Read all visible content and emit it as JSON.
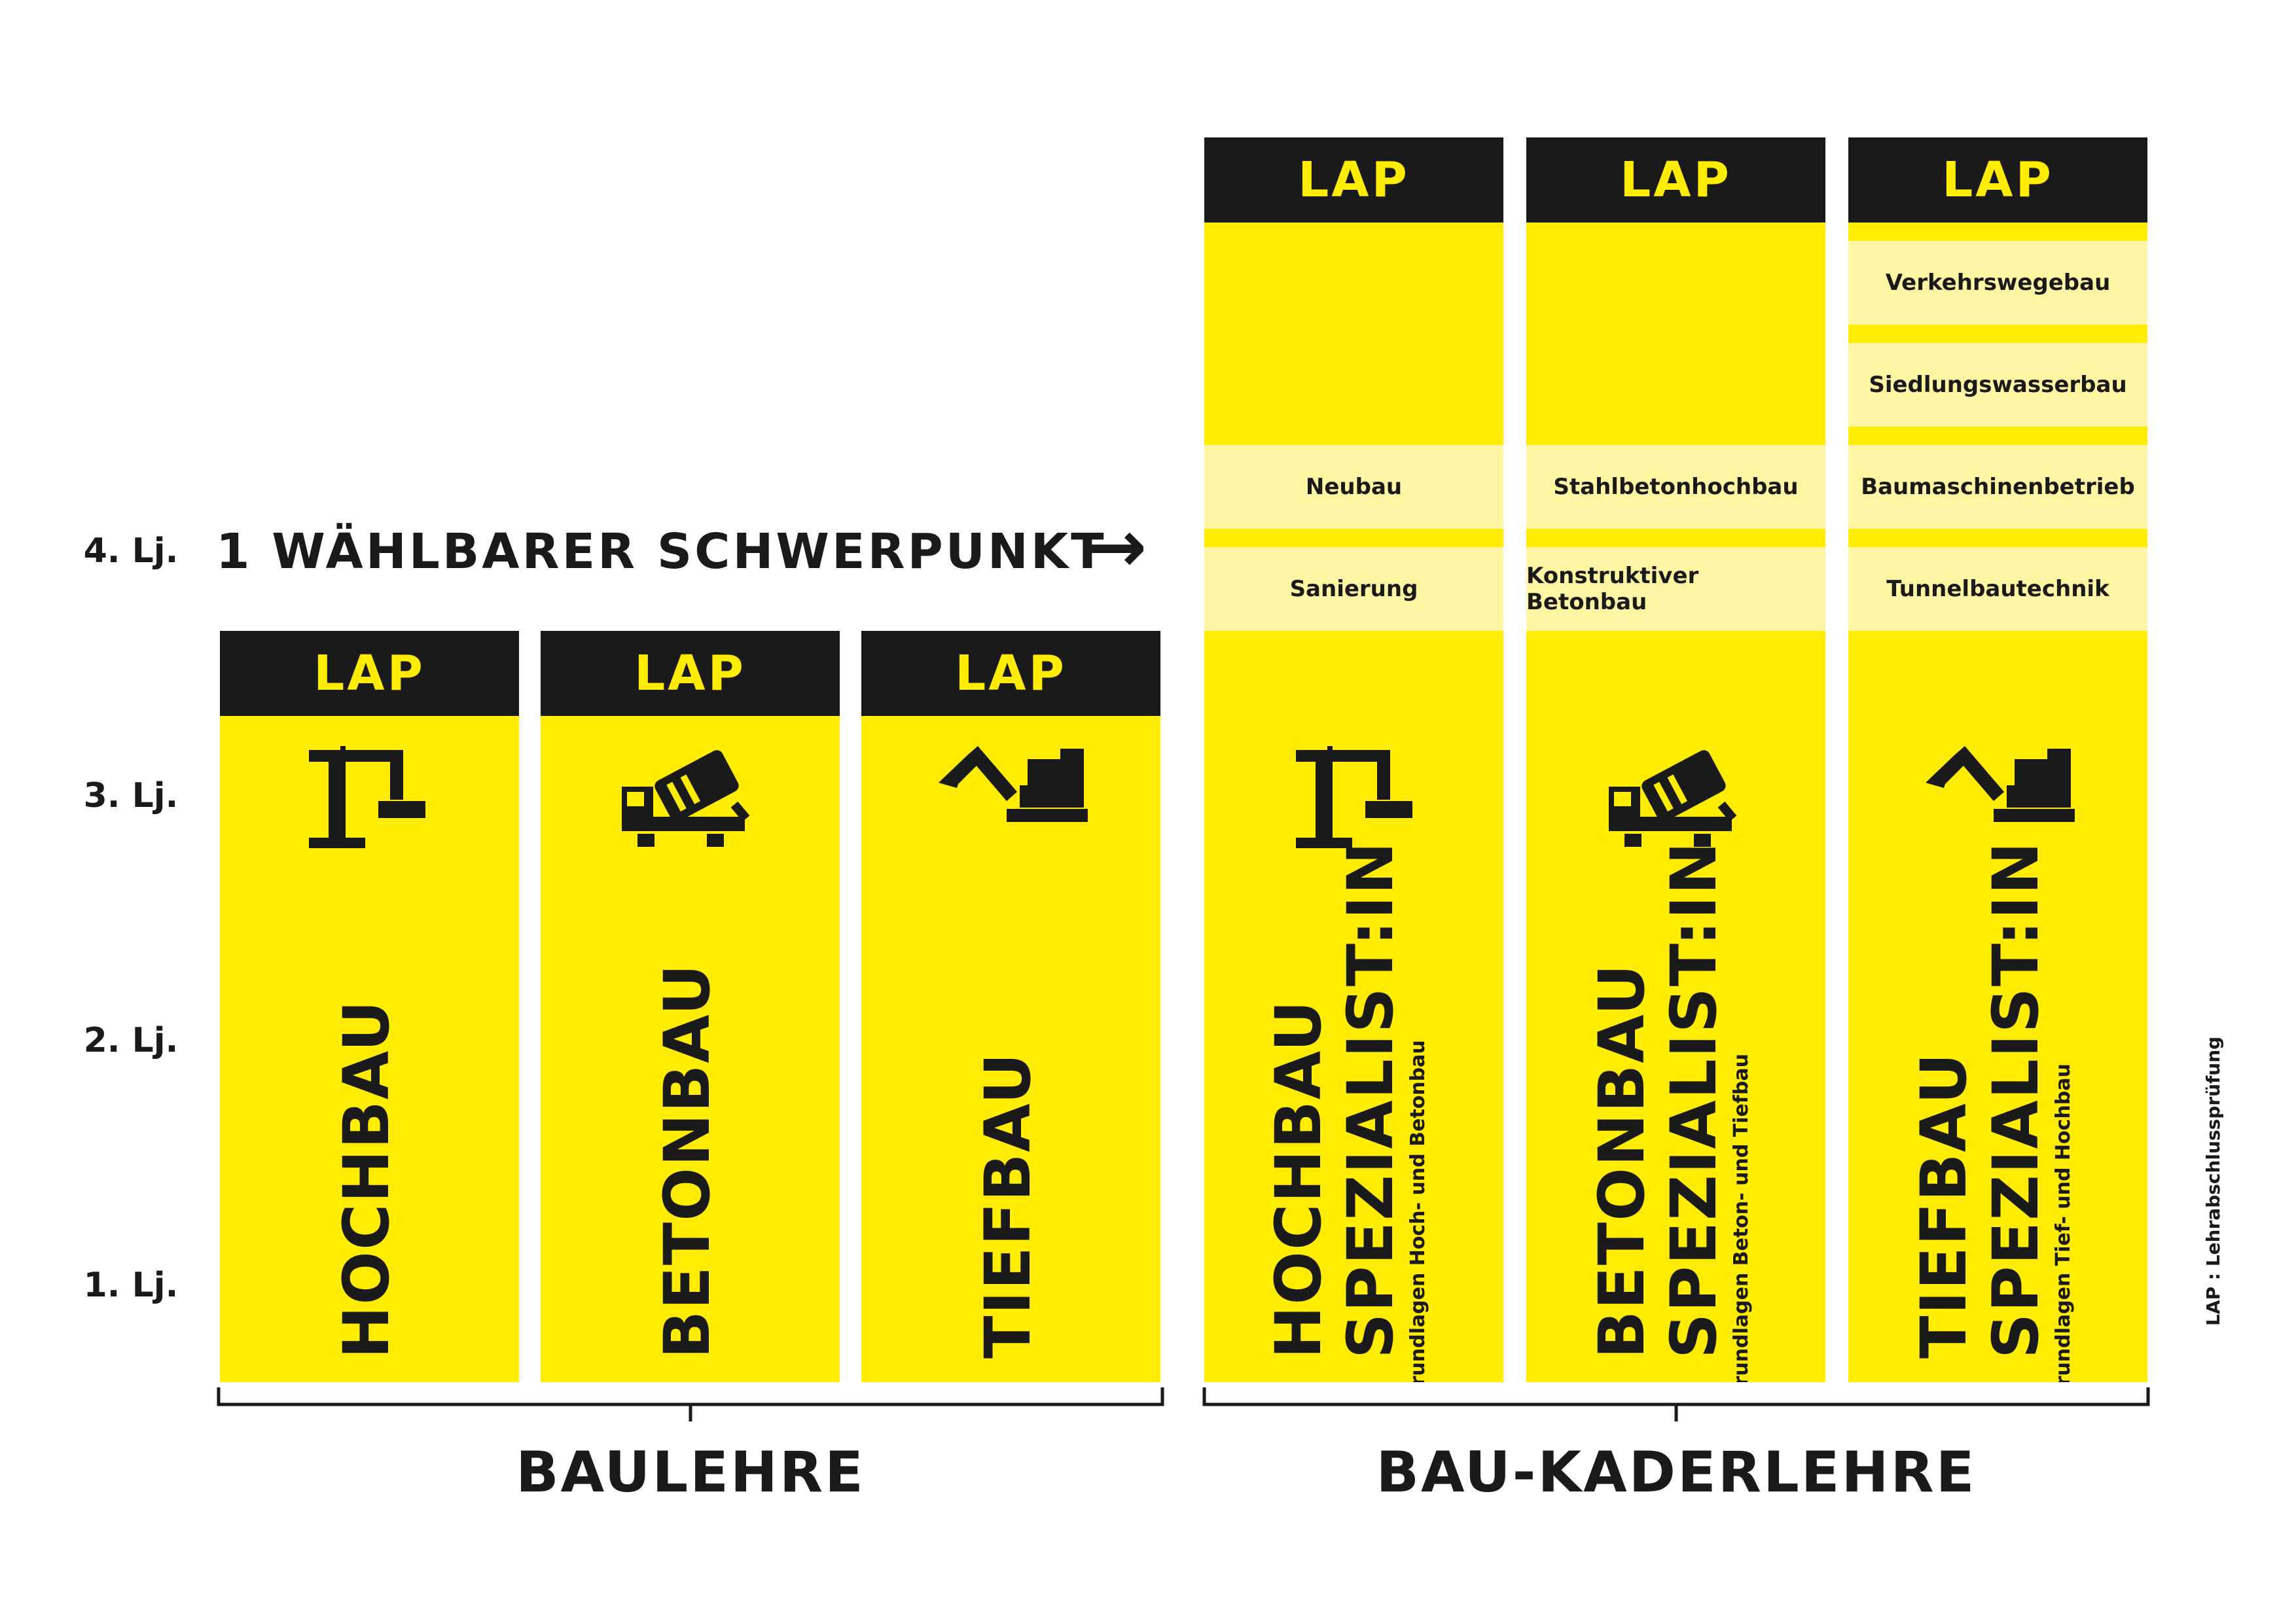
{
  "years": [
    "4. Lj.",
    "3. Lj.",
    "2. Lj.",
    "1. Lj."
  ],
  "schwerpunkt_label": "1 WÄHLBARER SCHWERPUNKT",
  "arrow_glyph": "→",
  "lap_label": "LAP",
  "baulehre": {
    "label": "BAULEHRE",
    "columns": [
      {
        "title": "HOCHBAU",
        "icon": "crane-icon"
      },
      {
        "title": "BETONBAU",
        "icon": "concrete-mixer-truck-icon"
      },
      {
        "title": "TIEFBAU",
        "icon": "excavator-icon"
      }
    ]
  },
  "kaderlehre": {
    "label": "BAU-KADERLEHRE",
    "columns": [
      {
        "title": "HOCHBAU",
        "subtitle": "SPEZIALIST:IN",
        "note": "Grundlagen Hoch- und Betonbau",
        "icon": "crane-icon",
        "focus": [
          "Neubau",
          "Sanierung"
        ]
      },
      {
        "title": "BETONBAU",
        "subtitle": "SPEZIALIST:IN",
        "note": "Grundlagen Beton- und Tiefbau",
        "icon": "concrete-mixer-truck-icon",
        "focus": [
          "Stahlbetonhochbau",
          "Konstruktiver Betonbau"
        ]
      },
      {
        "title": "TIEFBAU",
        "subtitle": "SPEZIALIST:IN",
        "note": "Grundlagen Tief- und Hochbau",
        "icon": "excavator-icon",
        "focus": [
          "Verkehrswegebau",
          "Siedlungswasserbau",
          "Baumaschinenbetrieb",
          "Tunnelbautechnik"
        ]
      }
    ]
  },
  "footnote": "LAP : Lehrabschlussprüfung",
  "colors": {
    "yellow": "#ffec00",
    "light_yellow": "#fff5a3",
    "black": "#1a1a1a"
  }
}
